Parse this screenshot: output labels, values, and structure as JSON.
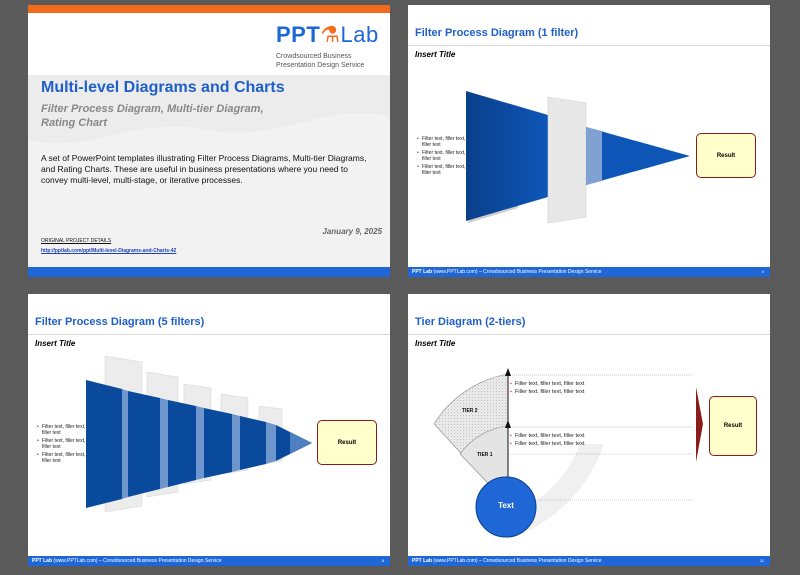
{
  "colors": {
    "accent_blue": "#1f66d6",
    "title_blue": "#1f5fc9",
    "orange": "#f26b1d",
    "result_fill": "#ffffcc",
    "dark_red": "#8b1c1c",
    "filter_navy": "#0a4a9c"
  },
  "slide1": {
    "logo_ppt": "PPT",
    "logo_lab": "Lab",
    "logo_tagline1": "Crowdsourced Business",
    "logo_tagline2": "Presentation Design Service",
    "title": "Multi-level Diagrams and Charts",
    "subtitle1": "Filter Process Diagram, Multi-tier Diagram,",
    "subtitle2": "Rating Chart",
    "description": "A set of PowerPoint templates illustrating Filter Process Diagrams, Multi-tier Diagrams, and Rating Charts.  These are useful in business presentations where you need to convey multi-level, multi-stage, or iterative processes.",
    "date": "January 9, 2025",
    "project_label": "ORIGINAL PROJECT DETAILS",
    "project_link": "http://pptlab.com/ppt/Multi-level-Diagrams-and-Charts-42"
  },
  "slide2": {
    "title": "Filter Process Diagram (1 filter)",
    "insert_title": "Insert Title",
    "bullets": [
      "Filter text, filler text, filler text",
      "Filter text, filler text, filler text",
      "Filter text, filler text, filler text"
    ],
    "result": "Result",
    "footer_brand": "PPT Lab",
    "footer_text": " (www.PPTLab.com) – Crowdsourced Business Presentation Design Service",
    "page": "4"
  },
  "slide3": {
    "title": "Filter Process Diagram (5 filters)",
    "insert_title": "Insert Title",
    "bullets": [
      "Filter text, filler text, filler text",
      "Filter text, filler text, filler text",
      "Filter text, filler text, filler text"
    ],
    "result": "Result",
    "footer_brand": "PPT Lab",
    "footer_text": " (www.PPTLab.com) – Crowdsourced Business Presentation Design Service",
    "page": "8"
  },
  "slide4": {
    "title": "Tier Diagram (2-tiers)",
    "insert_title": "Insert Title",
    "tier2_label": "TIER 2",
    "tier1_label": "TIER 1",
    "tier2_items": [
      "Filler text, filler text, filler text",
      "Filler text, filler text, filler text"
    ],
    "tier1_items": [
      "Filler text, filler text, filler text",
      "Filler text, filler text, filler text"
    ],
    "center_text": "Text",
    "result": "Result",
    "footer_brand": "PPT Lab",
    "footer_text": " (www.PPTLab.com) – Crowdsourced Business Presentation Design Service",
    "page": "11"
  }
}
